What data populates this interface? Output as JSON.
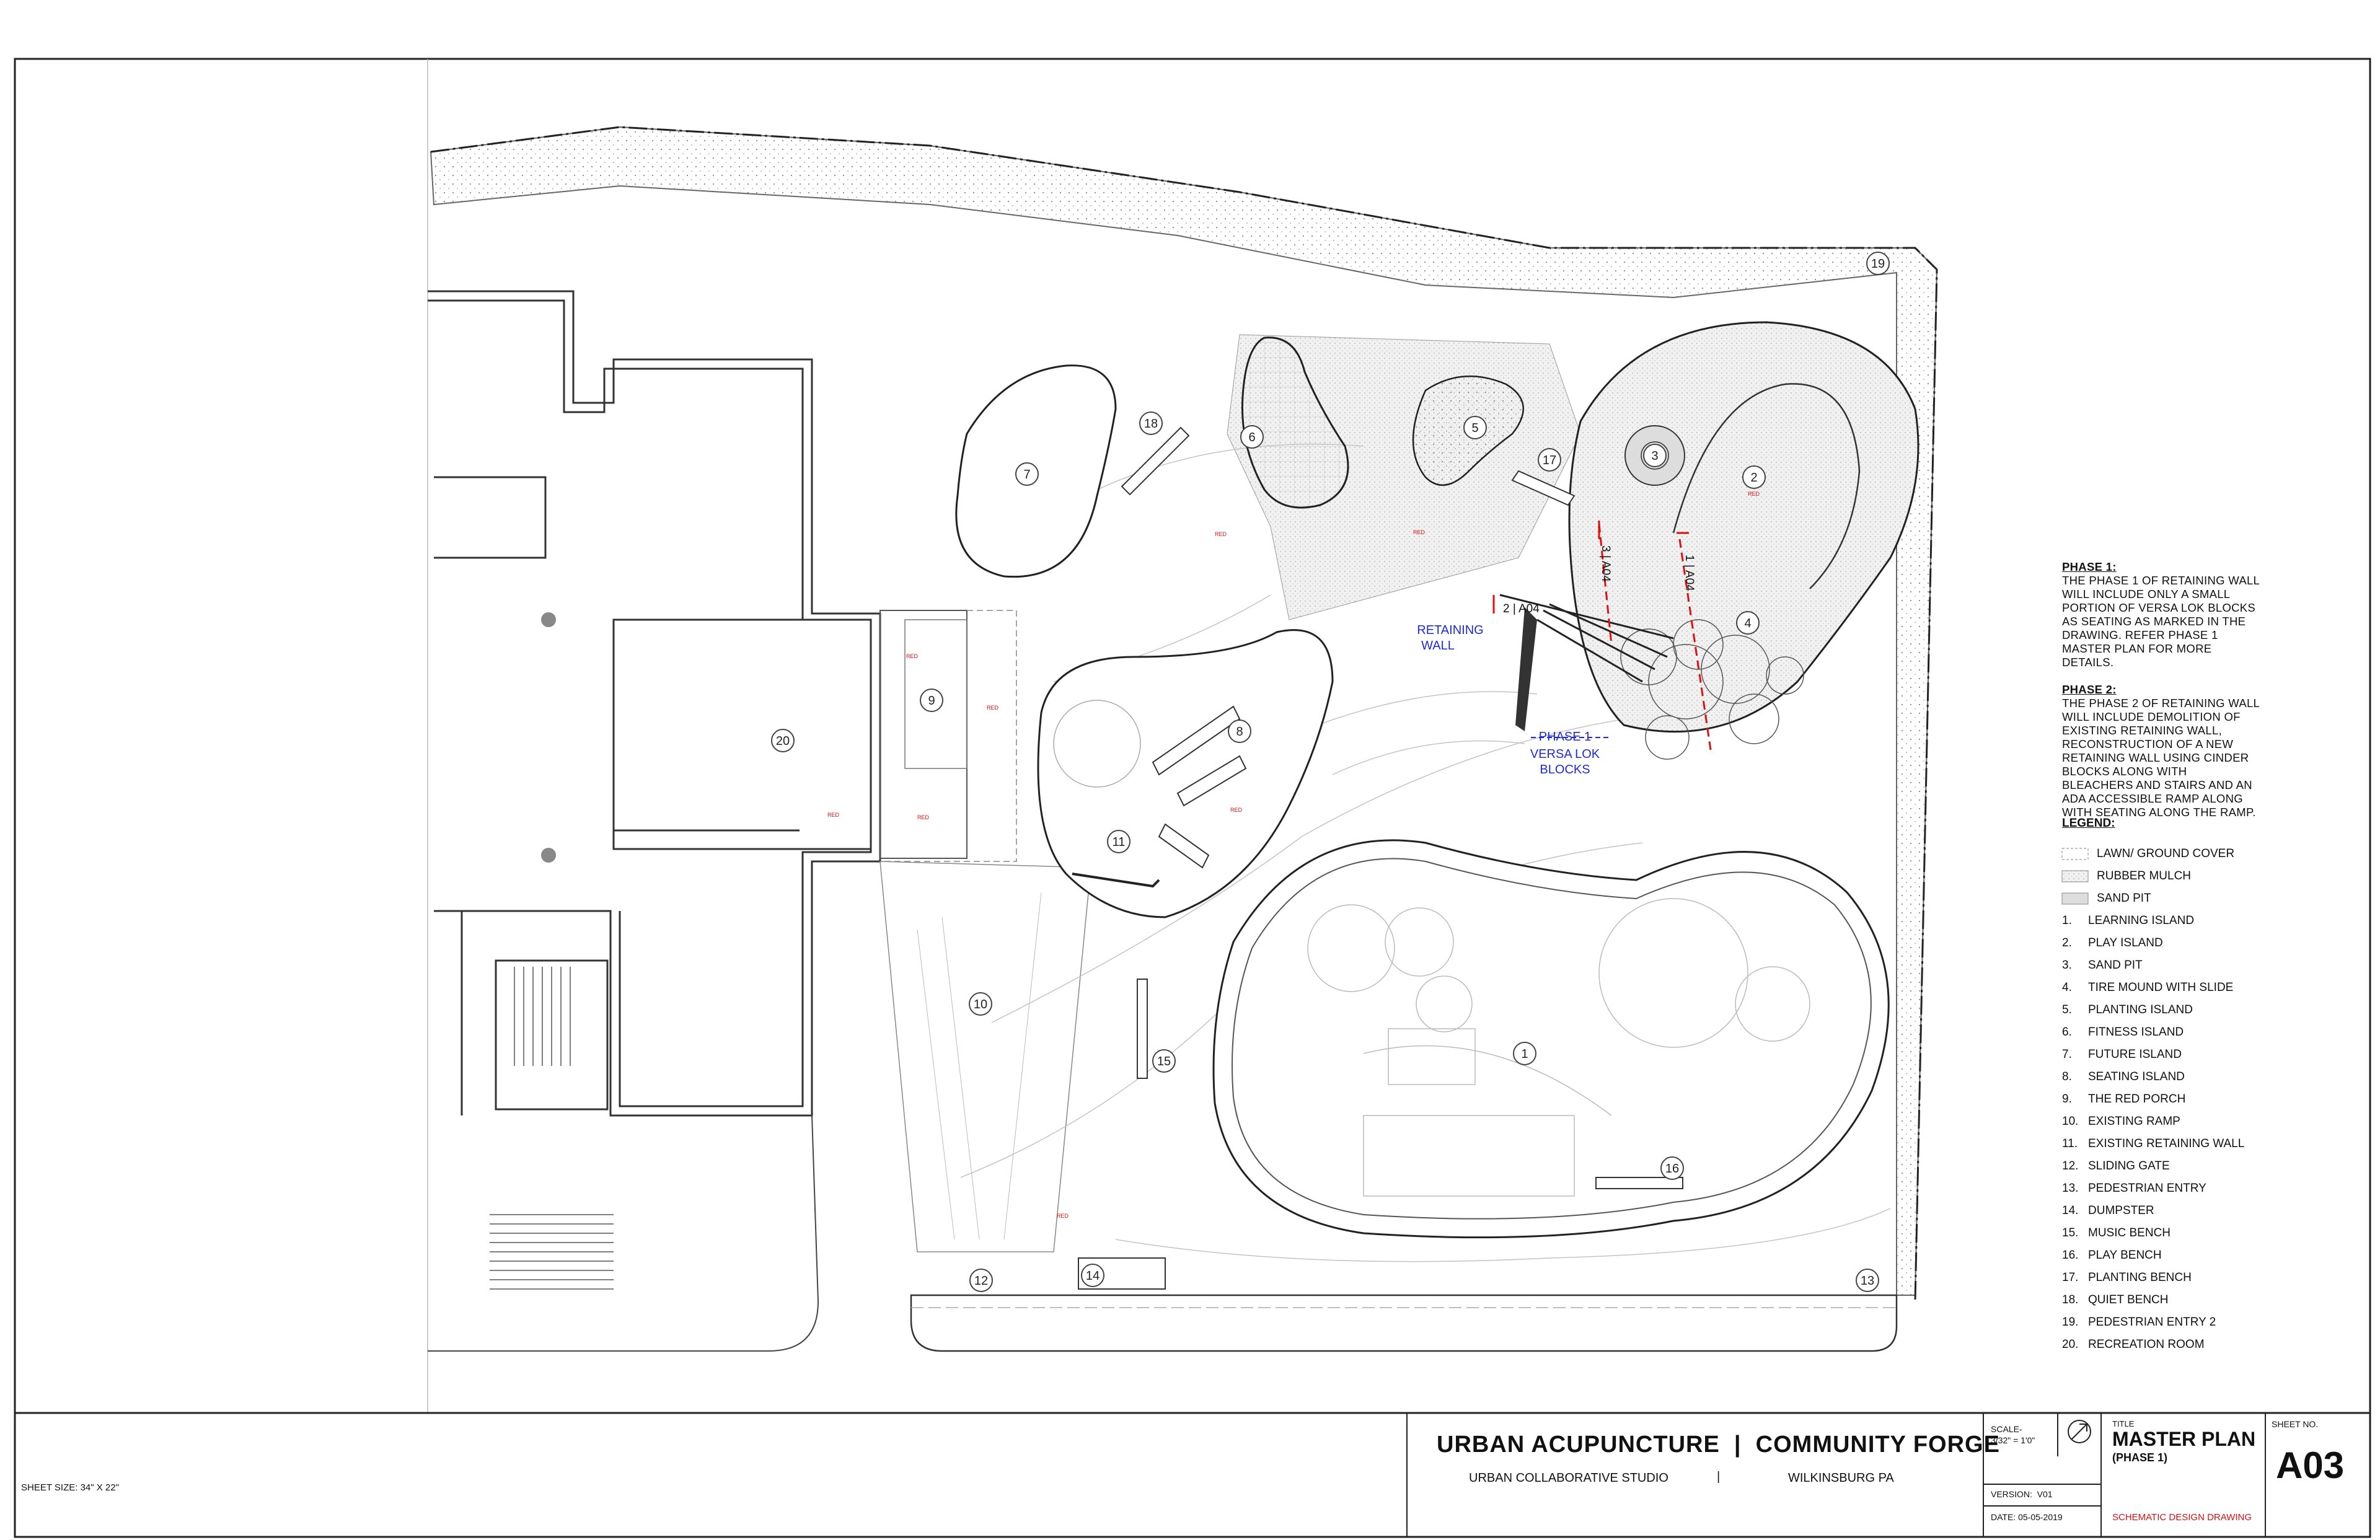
{
  "notes": {
    "phase1_title": "PHASE 1:",
    "phase1_text": "THE PHASE 1 OF RETAINING WALL WILL INCLUDE ONLY A SMALL PORTION OF VERSA LOK BLOCKS AS SEATING AS MARKED IN THE DRAWING. REFER PHASE 1 MASTER PLAN FOR MORE DETAILS.",
    "phase2_title": "PHASE 2:",
    "phase2_text": "THE PHASE 2 OF RETAINING WALL WILL INCLUDE DEMOLITION OF EXISTING RETAINING WALL, RECONSTRUCTION OF A NEW RETAINING WALL USING CINDER BLOCKS ALONG WITH BLEACHERS AND STAIRS AND AN ADA ACCESSIBLE RAMP ALONG WITH SEATING ALONG THE RAMP."
  },
  "legend": {
    "title": "LEGEND:",
    "swatches": [
      {
        "label": "LAWN/ GROUND COVER",
        "color": "#ffffff"
      },
      {
        "label": "RUBBER MULCH",
        "color": "#eeeeee"
      },
      {
        "label": "SAND PIT",
        "color": "#dddddd"
      }
    ],
    "items": [
      {
        "num": "1.",
        "label": "LEARNING ISLAND"
      },
      {
        "num": "2.",
        "label": "PLAY ISLAND"
      },
      {
        "num": "3.",
        "label": "SAND PIT"
      },
      {
        "num": "4.",
        "label": "TIRE MOUND WITH SLIDE"
      },
      {
        "num": "5.",
        "label": "PLANTING ISLAND"
      },
      {
        "num": "6.",
        "label": "FITNESS ISLAND"
      },
      {
        "num": "7.",
        "label": "FUTURE ISLAND"
      },
      {
        "num": "8.",
        "label": "SEATING ISLAND"
      },
      {
        "num": "9.",
        "label": "THE RED PORCH"
      },
      {
        "num": "10.",
        "label": "EXISTING RAMP"
      },
      {
        "num": "11.",
        "label": "EXISTING RETAINING WALL"
      },
      {
        "num": "12.",
        "label": "SLIDING GATE"
      },
      {
        "num": "13.",
        "label": "PEDESTRIAN ENTRY"
      },
      {
        "num": "14.",
        "label": "DUMPSTER"
      },
      {
        "num": "15.",
        "label": "MUSIC BENCH"
      },
      {
        "num": "16.",
        "label": "PLAY BENCH"
      },
      {
        "num": "17.",
        "label": "PLANTING BENCH"
      },
      {
        "num": "18.",
        "label": "QUIET BENCH"
      },
      {
        "num": "19.",
        "label": "PEDESTRIAN ENTRY 2"
      },
      {
        "num": "20.",
        "label": "RECREATION ROOM"
      }
    ]
  },
  "plan": {
    "retaining_wall_label_1": "RETAINING",
    "retaining_wall_label_2": "WALL",
    "phase1_tag": "PHASE 1",
    "versa_lok_1": "VERSA LOK",
    "versa_lok_2": "BLOCKS",
    "section_a": "2 | A04",
    "section_b": "3 | A04",
    "section_c": "1 | A04",
    "red_tag": "RED",
    "markers": [
      "1",
      "2",
      "3",
      "4",
      "5",
      "6",
      "7",
      "8",
      "9",
      "10",
      "11",
      "12",
      "13",
      "14",
      "15",
      "16",
      "17",
      "18",
      "19",
      "20"
    ]
  },
  "title_block": {
    "sheet_size": "SHEET SIZE: 34\" X 22\"",
    "project": "URBAN ACUPUNCTURE  |  COMMUNITY FORGE",
    "studio": "URBAN COLLABORATIVE STUDIO",
    "separator": "|",
    "location": "WILKINSBURG PA",
    "scale_label": "SCALE-",
    "scale_value": "3/32\" = 1'0\"",
    "version": "VERSION:  V01",
    "date": "DATE: 05-05-2019",
    "title_label": "TITLE",
    "title": "MASTER PLAN",
    "subtitle": "(PHASE 1)",
    "status": "SCHEMATIC DESIGN DRAWING",
    "sheet_no_label": "SHEET NO.",
    "sheet_no": "A03"
  }
}
